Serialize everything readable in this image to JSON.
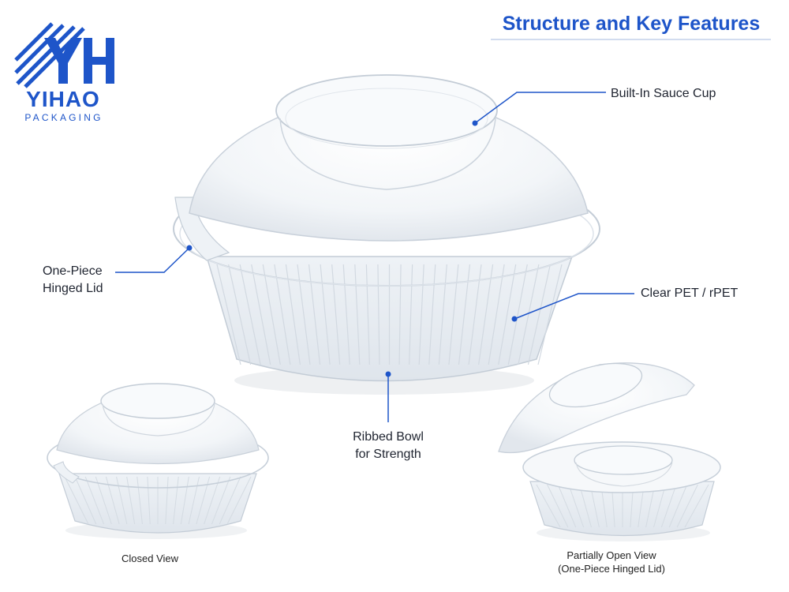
{
  "brand": {
    "name": "YIHAO",
    "tagline": "PACKAGING",
    "logo_icon": "yihao-yh-logo-icon",
    "color": "#1e55c9"
  },
  "heading": {
    "title": "Structure and Key Features",
    "color": "#1e55c9"
  },
  "features": {
    "sauce_cup": "Built-In Sauce Cup",
    "hinged_lid_line1": "One-Piece",
    "hinged_lid_line2": "Hinged Lid",
    "clear_material": "Clear PET / rPET",
    "ribbed_line1": "Ribbed Bowl",
    "ribbed_line2": "for Strength"
  },
  "views": {
    "closed": "Closed View",
    "open_line1": "Partially Open View",
    "open_line2": "(One-Piece Hinged Lid)"
  },
  "colors": {
    "leader_line": "#1e55c9",
    "container_stroke": "#b9c3cf"
  }
}
